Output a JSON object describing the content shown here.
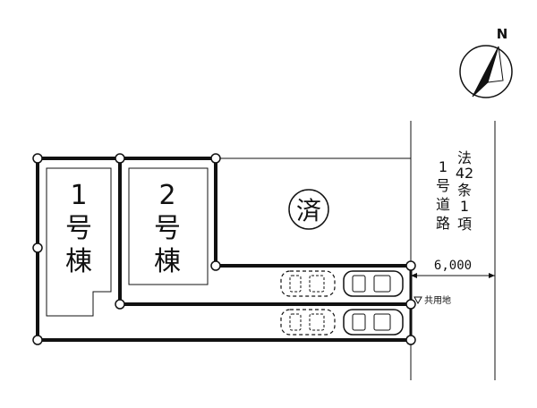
{
  "compass": {
    "label": "N",
    "icon": "north-arrow-icon"
  },
  "buildings": [
    {
      "id": "1",
      "label_lines": [
        "1",
        "号",
        "棟"
      ]
    },
    {
      "id": "2",
      "label_lines": [
        "2",
        "号",
        "棟"
      ]
    }
  ],
  "sold_mark": "済",
  "road": {
    "label_col_right": [
      "法",
      "42",
      "条",
      "1",
      "項"
    ],
    "label_col_left": [
      "1",
      "号",
      "道",
      "路"
    ],
    "width": "6,000"
  },
  "shared_area": {
    "label": "共用地",
    "icon": "triangle-marker-icon"
  },
  "parking": [
    {
      "icon": "car-icon",
      "style": "dashed"
    },
    {
      "icon": "car-icon",
      "style": "solid"
    },
    {
      "icon": "car-icon",
      "style": "dashed"
    },
    {
      "icon": "car-icon",
      "style": "solid"
    }
  ]
}
